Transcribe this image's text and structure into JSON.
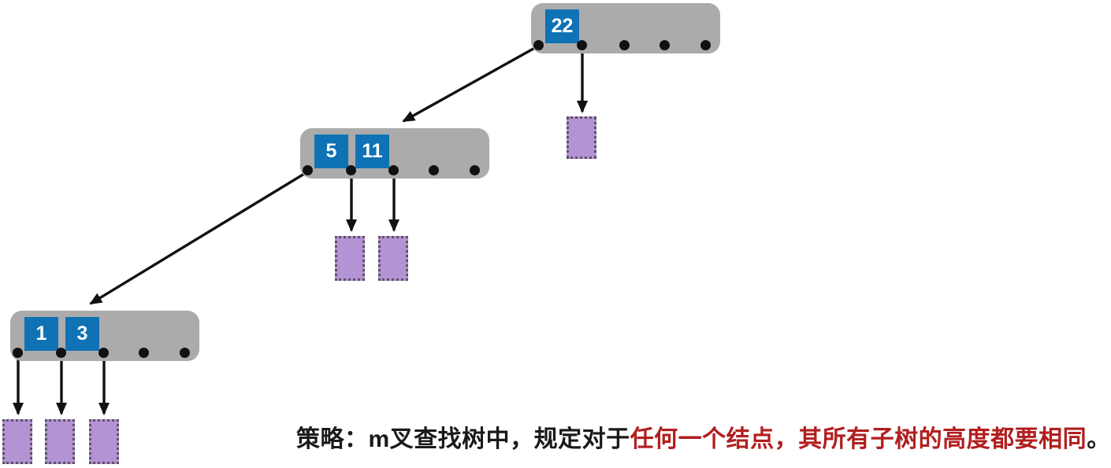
{
  "colors": {
    "bg": "#FFFFFF",
    "node_fill": "#ABABAB",
    "key_fill": "#0F72B5",
    "key_text": "#FFFFFF",
    "leaf_fill": "#B493D4",
    "leaf_border": "#5A5263",
    "arrow": "#111111",
    "caption_black": "#1A1A1A",
    "caption_red": "#B21E1E"
  },
  "tree": {
    "nodes": [
      {
        "name": "root",
        "keys": [
          "22"
        ],
        "pointer_slots": 5,
        "used_pointers": 2
      },
      {
        "name": "middle",
        "keys": [
          "5",
          "11"
        ],
        "pointer_slots": 5,
        "used_pointers": 3
      },
      {
        "name": "bottom-left",
        "keys": [
          "1",
          "3"
        ],
        "pointer_slots": 5,
        "used_pointers": 3
      }
    ],
    "null_leaf_count": 6,
    "edges": [
      "root.p0 -> middle",
      "root.p1 -> null-leaf",
      "middle.p0 -> bottom-left",
      "middle.p1 -> null-leaf",
      "middle.p2 -> null-leaf",
      "bottom-left.p0 -> null-leaf",
      "bottom-left.p1 -> null-leaf",
      "bottom-left.p2 -> null-leaf"
    ]
  },
  "caption": {
    "prefix": "策略：m叉查找树中，规定对于",
    "highlight": "任何一个结点，其所有子树的高度都要相同",
    "suffix": "。"
  }
}
